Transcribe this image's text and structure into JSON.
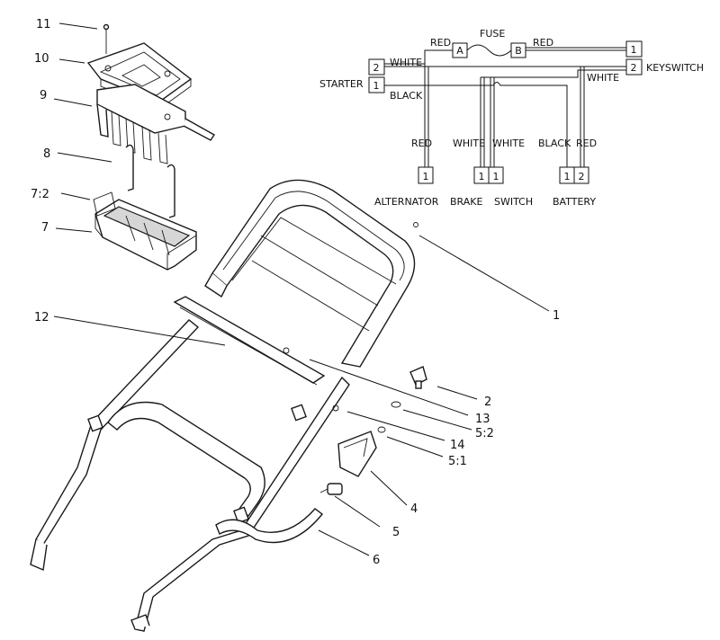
{
  "callouts": {
    "c1": "1",
    "c2": "2",
    "c4": "4",
    "c5": "5",
    "c5_1": "5:1",
    "c5_2": "5:2",
    "c6": "6",
    "c7": "7",
    "c7_2": "7:2",
    "c8": "8",
    "c9": "9",
    "c10": "10",
    "c11": "11",
    "c12": "12",
    "c13": "13",
    "c14": "14"
  },
  "wiring": {
    "fuse": "FUSE",
    "fuse_a": "A",
    "fuse_b": "B",
    "red_left": "RED",
    "red_right": "RED",
    "white_top": "WHITE",
    "black_mid": "BLACK",
    "white_right": "WHITE",
    "starter": "STARTER",
    "starter_pin2": "2",
    "starter_pin1": "1",
    "keyswitch": "KEYSWITCH",
    "key_pin1": "1",
    "key_pin2": "2",
    "wire_red": "RED",
    "wire_white1": "WHITE",
    "wire_white2": "WHITE",
    "wire_black": "BLACK",
    "wire_red2": "RED",
    "alt_pin": "1",
    "brake_pin": "1",
    "switch_pin": "1",
    "bat_pin1": "1",
    "bat_pin2": "2",
    "alternator": "ALTERNATOR",
    "brake": "BRAKE",
    "switch": "SWITCH",
    "battery": "BATTERY"
  }
}
